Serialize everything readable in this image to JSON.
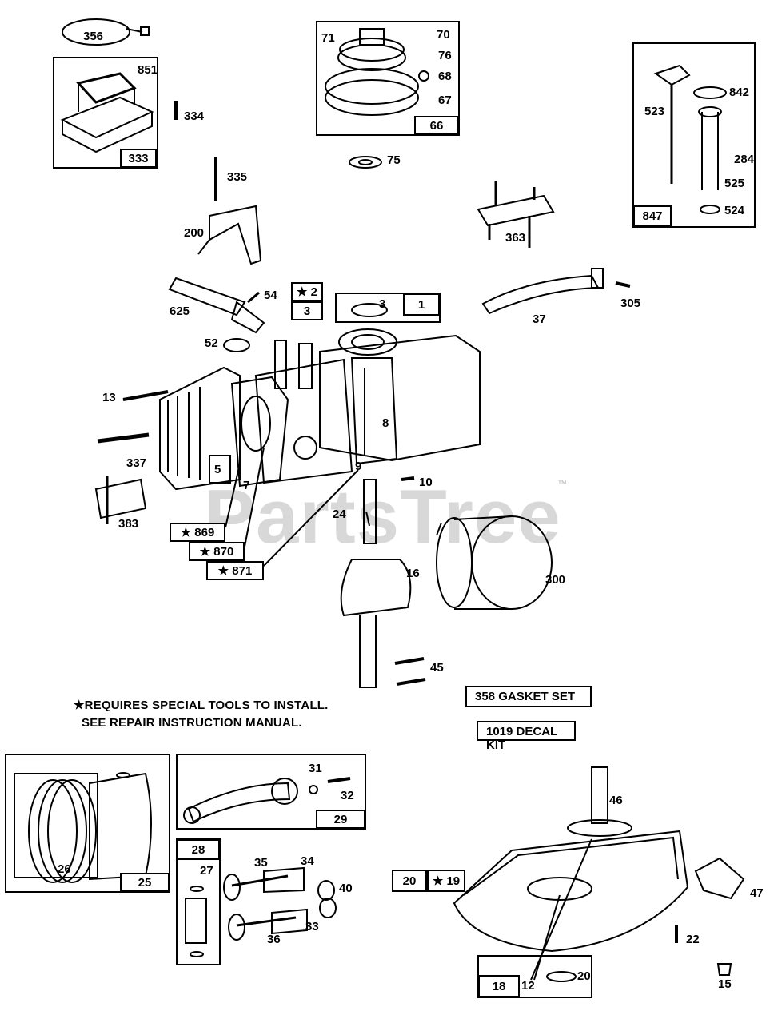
{
  "watermark": {
    "text": "PartsTree",
    "trademark": "™"
  },
  "note": {
    "line1": "★REQUIRES SPECIAL TOOLS TO INSTALL.",
    "line2": "SEE REPAIR INSTRUCTION MANUAL."
  },
  "kits": {
    "gasket_set": "358  GASKET SET",
    "decal_kit": "1019 DECAL KIT"
  },
  "boxes": {
    "b333": "333",
    "b66": "66",
    "b847": "847",
    "b2": "★ 2",
    "b3a": "3",
    "b3b": "3",
    "b1": "1",
    "b869": "★ 869",
    "b870": "★ 870",
    "b871": "★ 871",
    "b25": "25",
    "b29": "29",
    "b28": "28",
    "b20": "20",
    "b19": "★ 19",
    "b18": "18"
  },
  "labels": {
    "l356": "356",
    "l851": "851",
    "l334": "334",
    "l71": "71",
    "l70": "70",
    "l76": "76",
    "l68": "68",
    "l67": "67",
    "l75": "75",
    "l523": "523",
    "l842": "842",
    "l284": "284",
    "l525": "525",
    "l524": "524",
    "l335": "335",
    "l200": "200",
    "l363": "363",
    "l54": "54",
    "l625": "625",
    "l52": "52",
    "l305": "305",
    "l37": "37",
    "l13": "13",
    "l337": "337",
    "l383": "383",
    "l8": "8",
    "l5": "5",
    "l7": "7",
    "l9": "9",
    "l10": "10",
    "l24": "24",
    "l16": "16",
    "l300": "300",
    "l45": "45",
    "l31": "31",
    "l32": "32",
    "l26": "26",
    "l27": "27",
    "l35": "35",
    "l34": "34",
    "l40": "40",
    "l33": "33",
    "l36": "36",
    "l46": "46",
    "l47": "47",
    "l22": "22",
    "l12": "12",
    "l20b": "20",
    "l15": "15"
  }
}
